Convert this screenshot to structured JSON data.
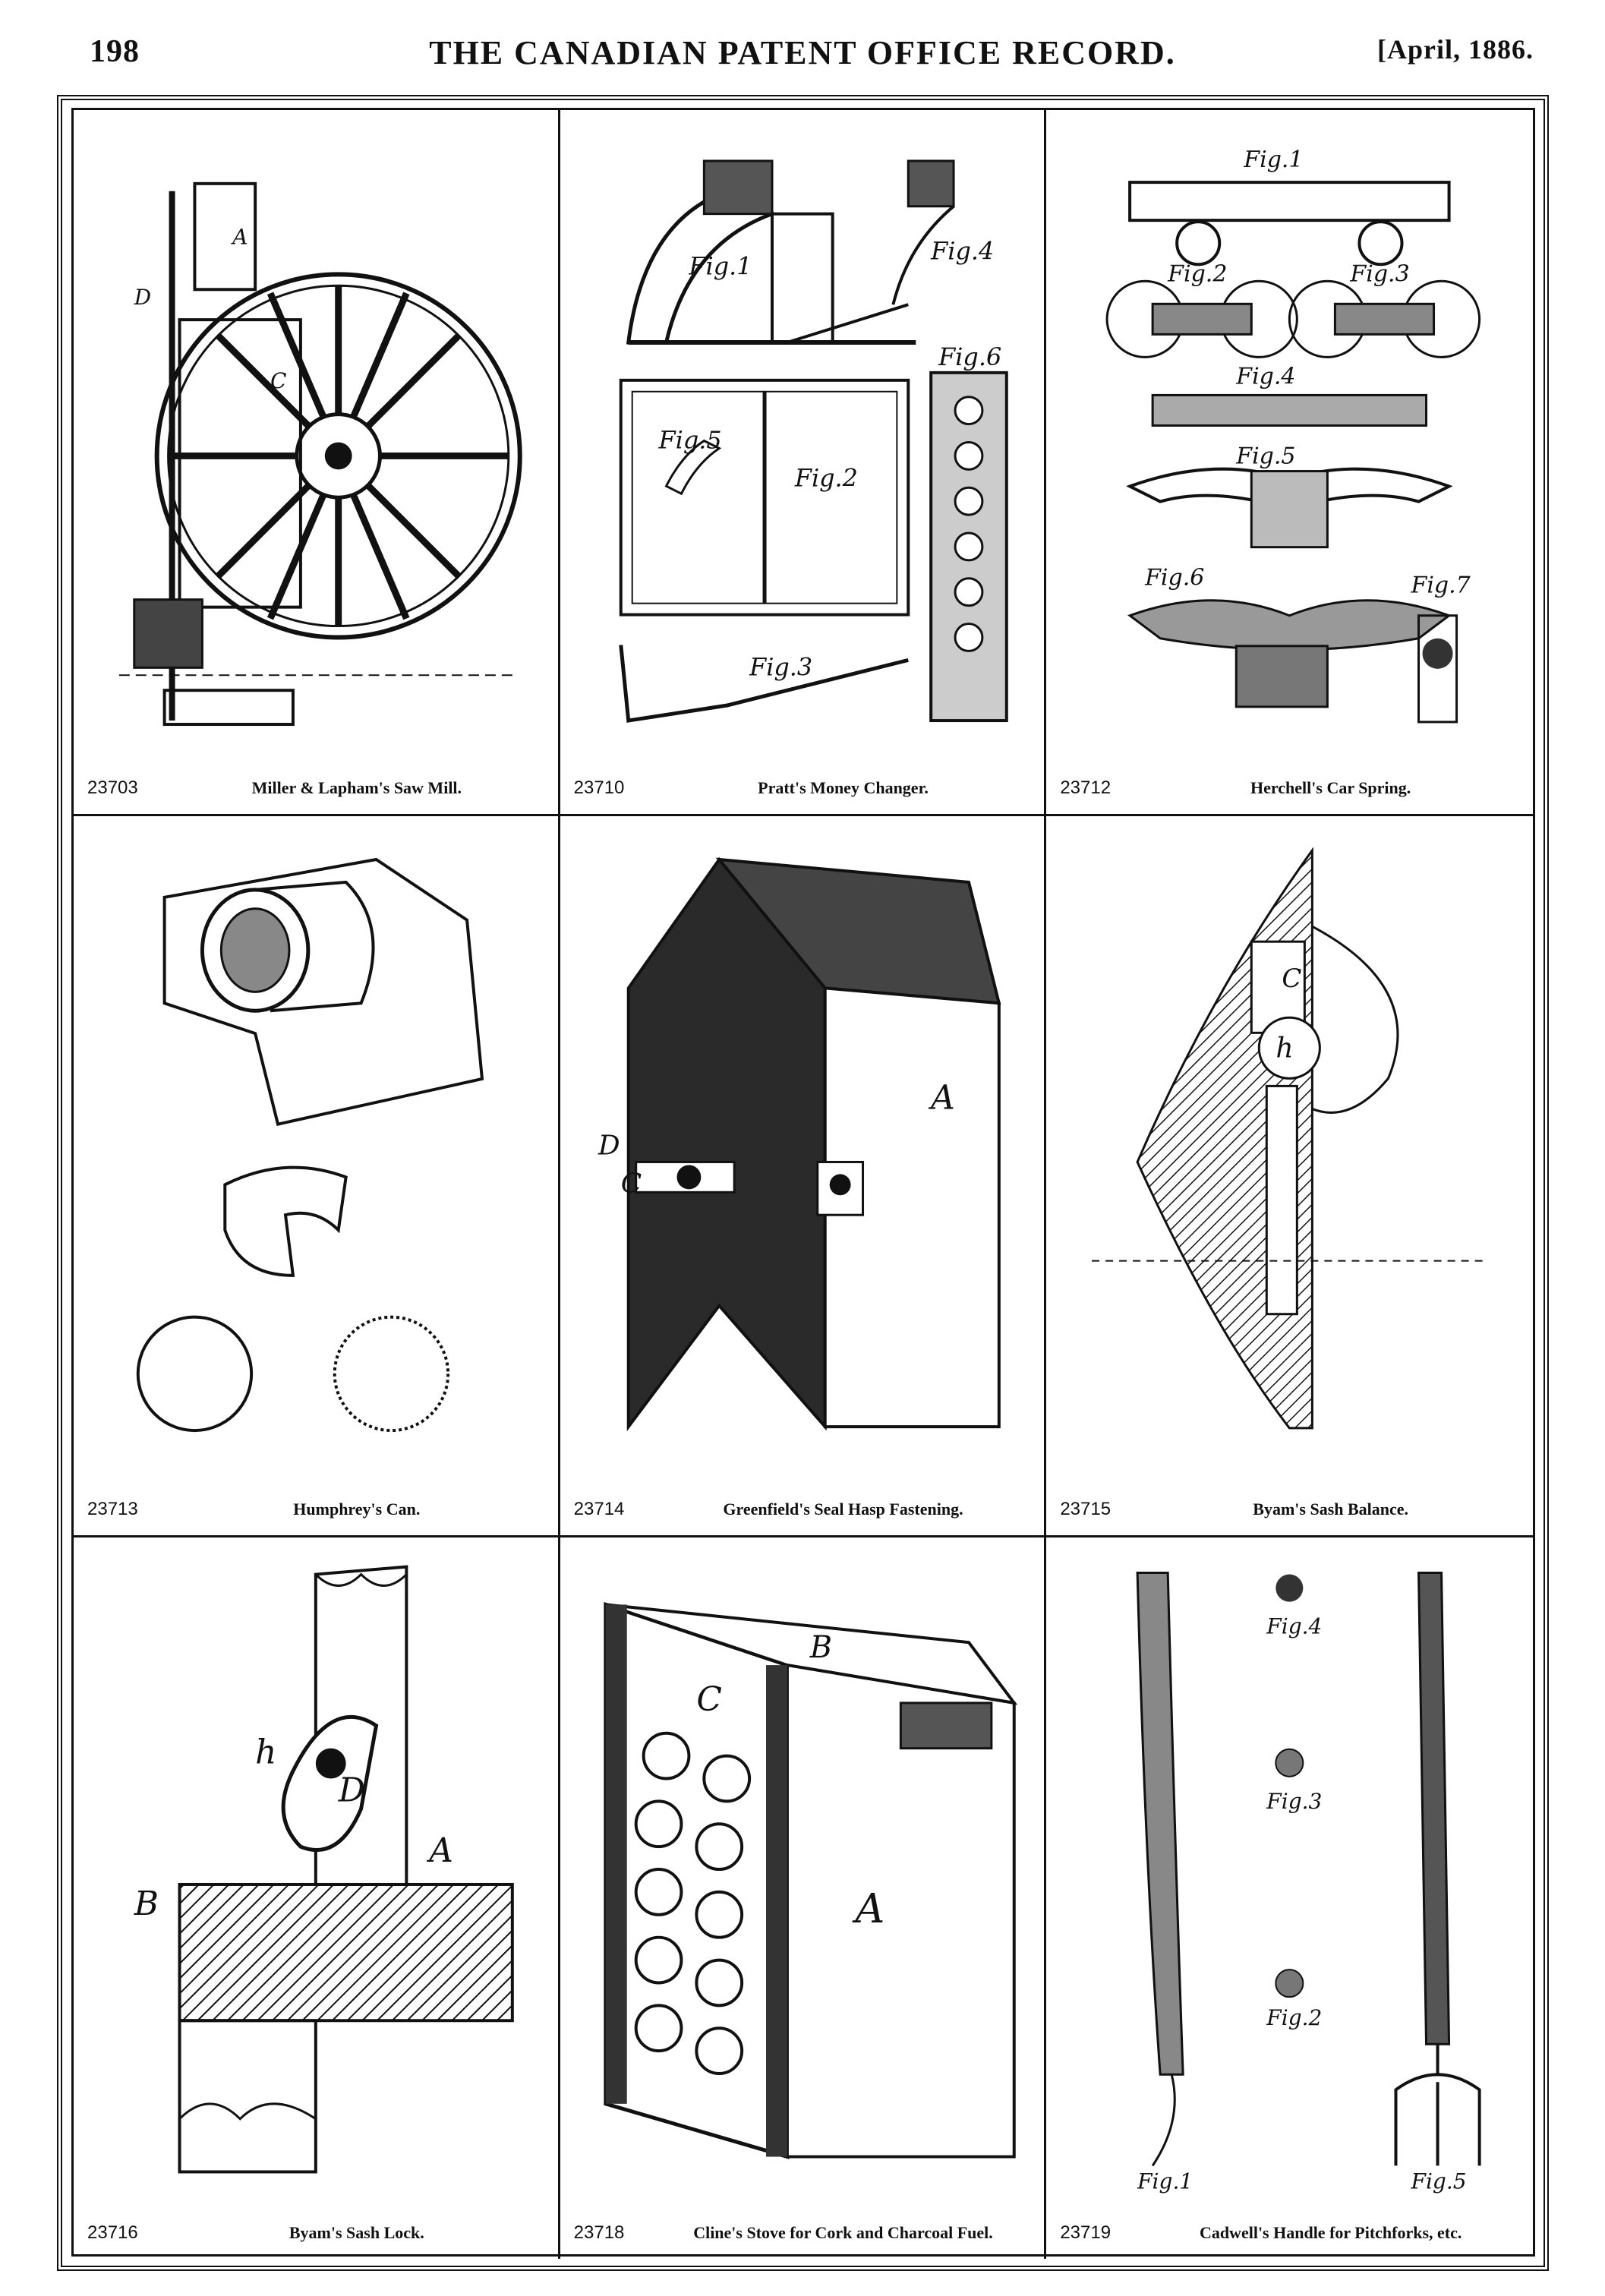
{
  "header": {
    "page_number": "198",
    "title": "THE CANADIAN PATENT OFFICE RECORD.",
    "date": "[April, 1886."
  },
  "patents": [
    {
      "number": "23703",
      "title": "Miller & Lapham's Saw Mill."
    },
    {
      "number": "23710",
      "title": "Pratt's Money Changer."
    },
    {
      "number": "23712",
      "title": "Herchell's Car Spring."
    },
    {
      "number": "23713",
      "title": "Humphrey's Can."
    },
    {
      "number": "23714",
      "title": "Greenfield's Seal Hasp Fastening."
    },
    {
      "number": "23715",
      "title": "Byam's Sash Balance."
    },
    {
      "number": "23716",
      "title": "Byam's Sash Lock."
    },
    {
      "number": "23718",
      "title": "Cline's Stove for Cork and Charcoal Fuel."
    },
    {
      "number": "23719",
      "title": "Cadwell's Handle for Pitchforks, etc."
    }
  ],
  "figure_labels": {
    "fig1": "Fig.1",
    "fig2": "Fig.2",
    "fig3": "Fig.3",
    "fig4": "Fig.4",
    "fig5": "Fig.5",
    "fig6": "Fig.6",
    "fig7": "Fig.7",
    "A": "A",
    "B": "B",
    "C": "C",
    "D": "D",
    "h": "h"
  }
}
